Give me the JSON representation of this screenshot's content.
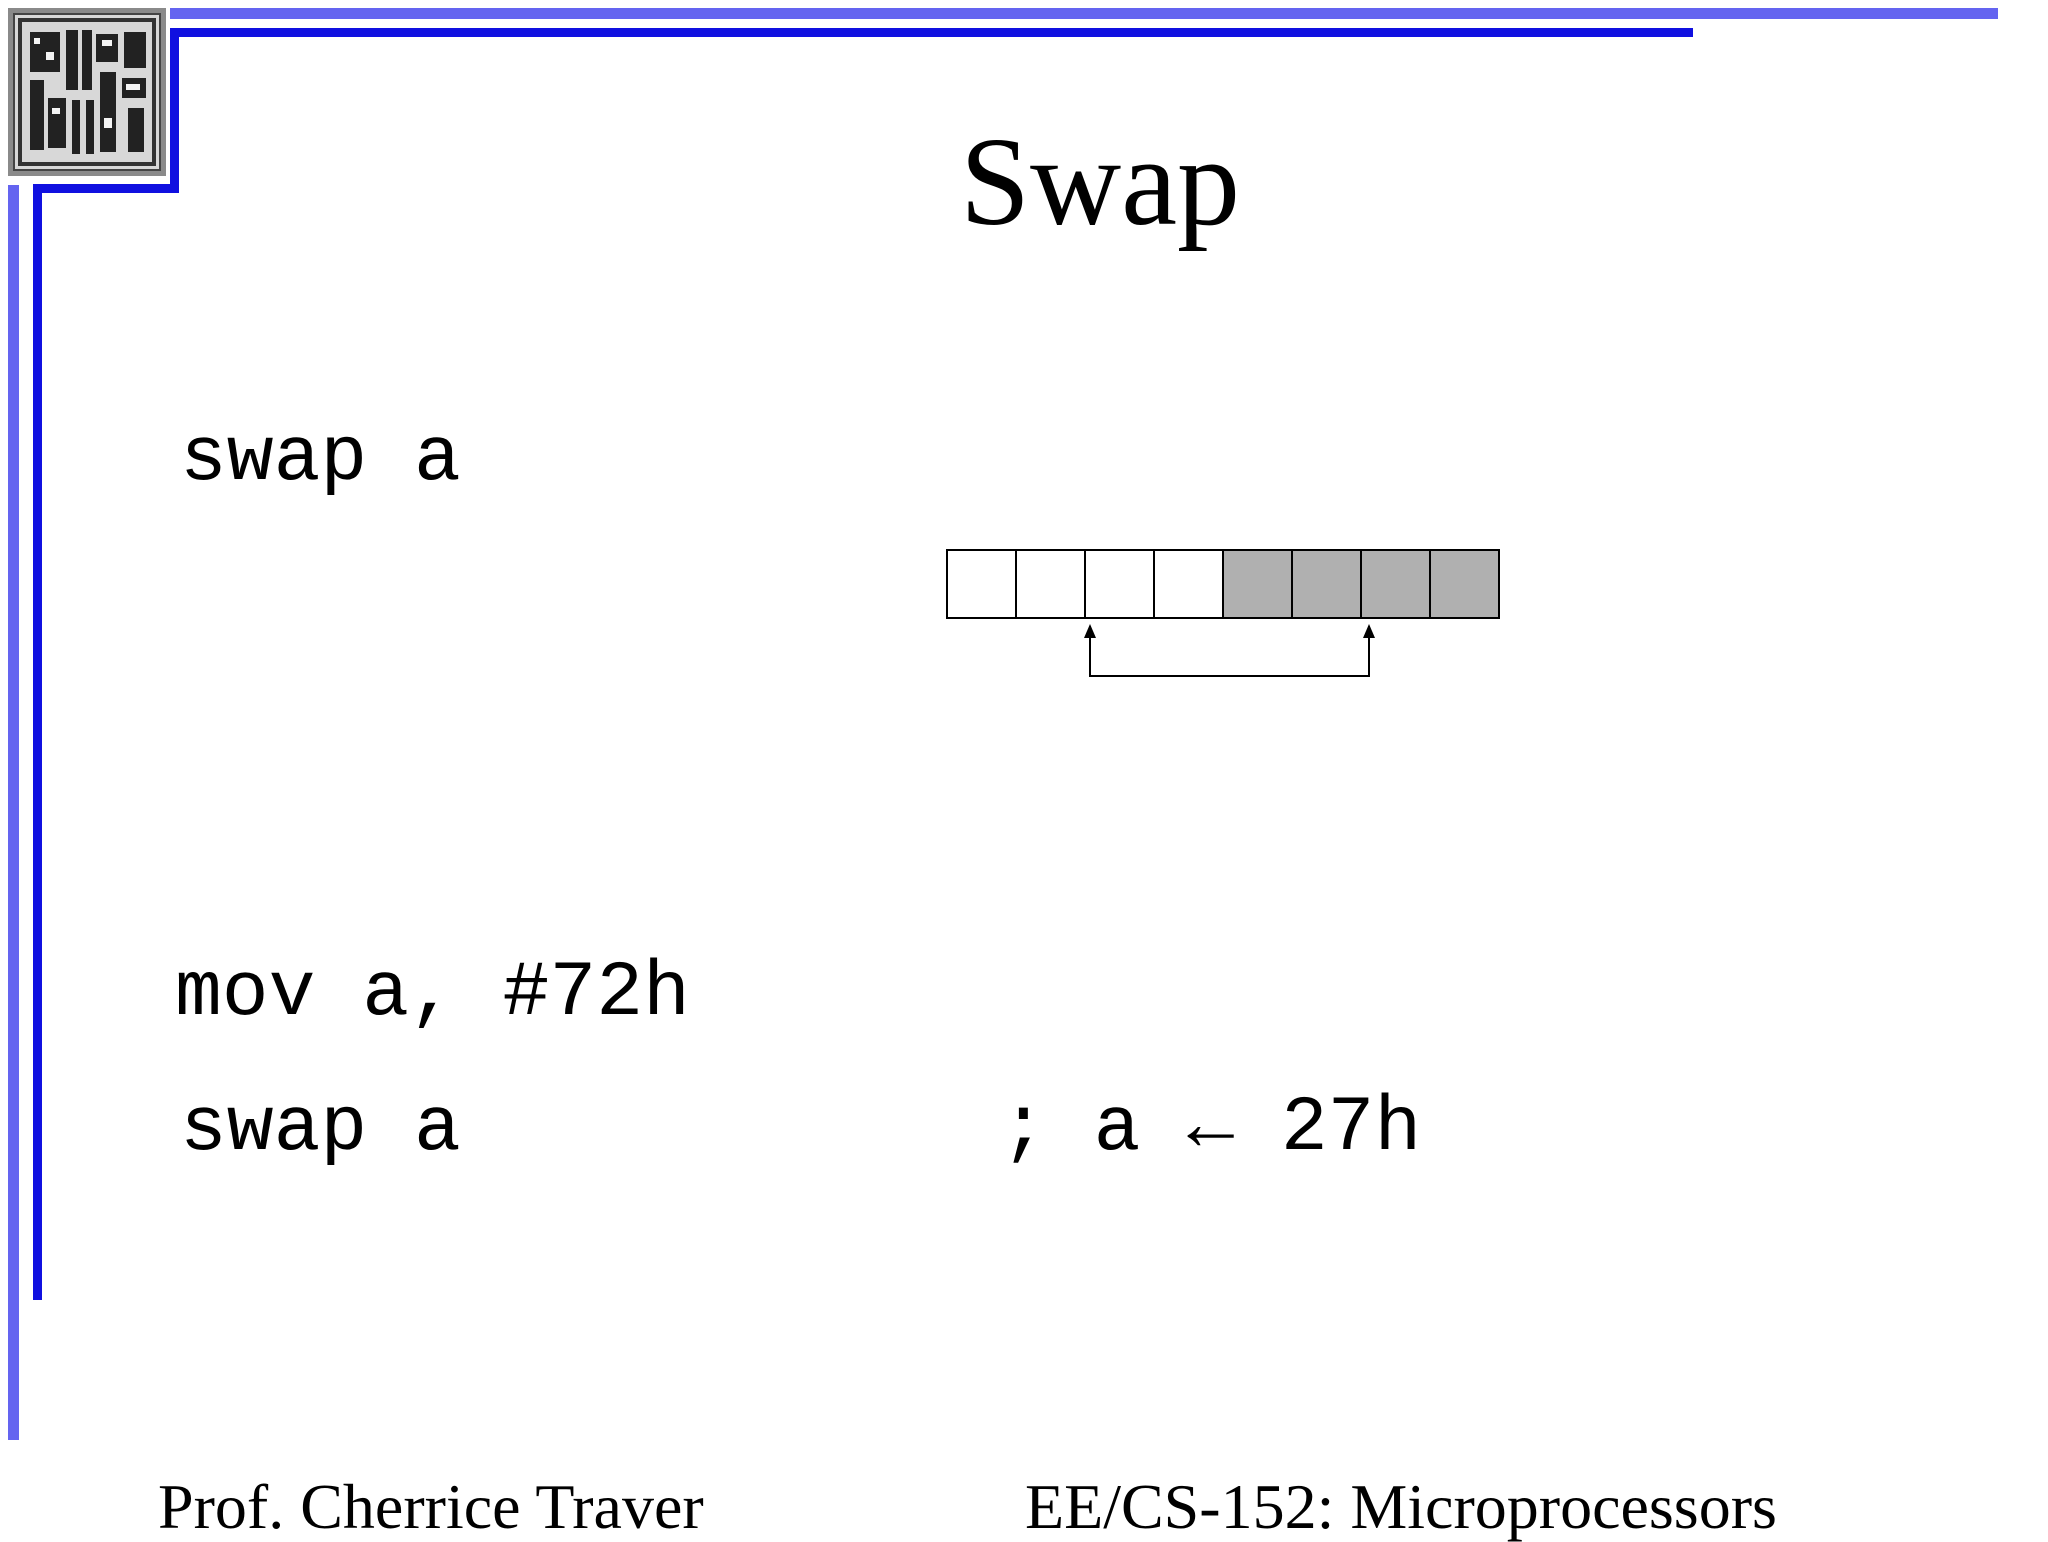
{
  "slide": {
    "title": "Swap",
    "code": {
      "line1": "swap a",
      "line2": "mov a, #72h",
      "line3": "swap a",
      "comment": "; a ← 27h"
    },
    "diagram": {
      "cells": [
        "",
        "",
        "",
        "",
        "",
        "",
        "",
        ""
      ],
      "shaded_cells": [
        4,
        5,
        6,
        7
      ]
    },
    "footer": {
      "left": "Prof. Cherrice Traver",
      "right": "EE/CS-152: Microprocessors"
    }
  },
  "colors": {
    "light_bar": "#6464f0",
    "dark_bar": "#1010e0",
    "shade": "#b0b0b0"
  }
}
